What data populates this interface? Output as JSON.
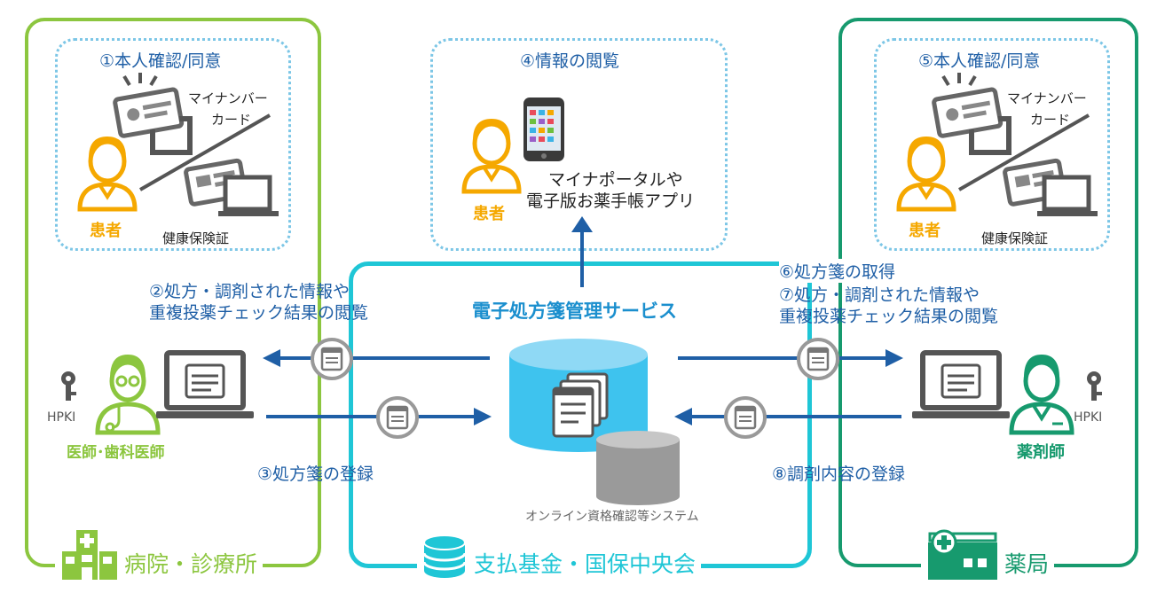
{
  "hospital": {
    "footer": "病院・診療所",
    "step1": "①本人確認/同意",
    "card_label_1": "マイナンバー",
    "card_label_2": "カード",
    "insurance_label": "健康保険証",
    "patient_label": "患者",
    "doctor_label": "医師･歯科医師",
    "hpki": "HPKI",
    "step2_line1": "②処方・調剤された情報や",
    "step2_line2": "重複投薬チェック結果の閲覧",
    "step3": "③処方箋の登録"
  },
  "center": {
    "footer": "支払基金・国保中央会",
    "service_title": "電子処方箋管理サービス",
    "step4": "④情報の閲覧",
    "patient_label": "患者",
    "portal_line1": "マイナポータルや",
    "portal_line2": "電子版お薬手帳アプリ",
    "online_system": "オンライン資格確認等システム"
  },
  "pharmacy": {
    "footer": "薬局",
    "step5": "⑤本人確認/同意",
    "card_label_1": "マイナンバー",
    "card_label_2": "カード",
    "insurance_label": "健康保険証",
    "patient_label": "患者",
    "pharmacist_label": "薬剤師",
    "hpki": "HPKI",
    "step6": "⑥処方箋の取得",
    "step7_line1": "⑦処方・調剤された情報や",
    "step7_line2": "重複投薬チェック結果の閲覧",
    "step8": "⑧調剤内容の登録"
  },
  "colors": {
    "hospital_green": "#8cc63f",
    "center_cyan": "#1fc6d6",
    "pharmacy_green": "#179a6e",
    "arrow_blue": "#1f5fa6",
    "patient_orange": "#f5a800",
    "service_blue": "#1b8fce"
  }
}
